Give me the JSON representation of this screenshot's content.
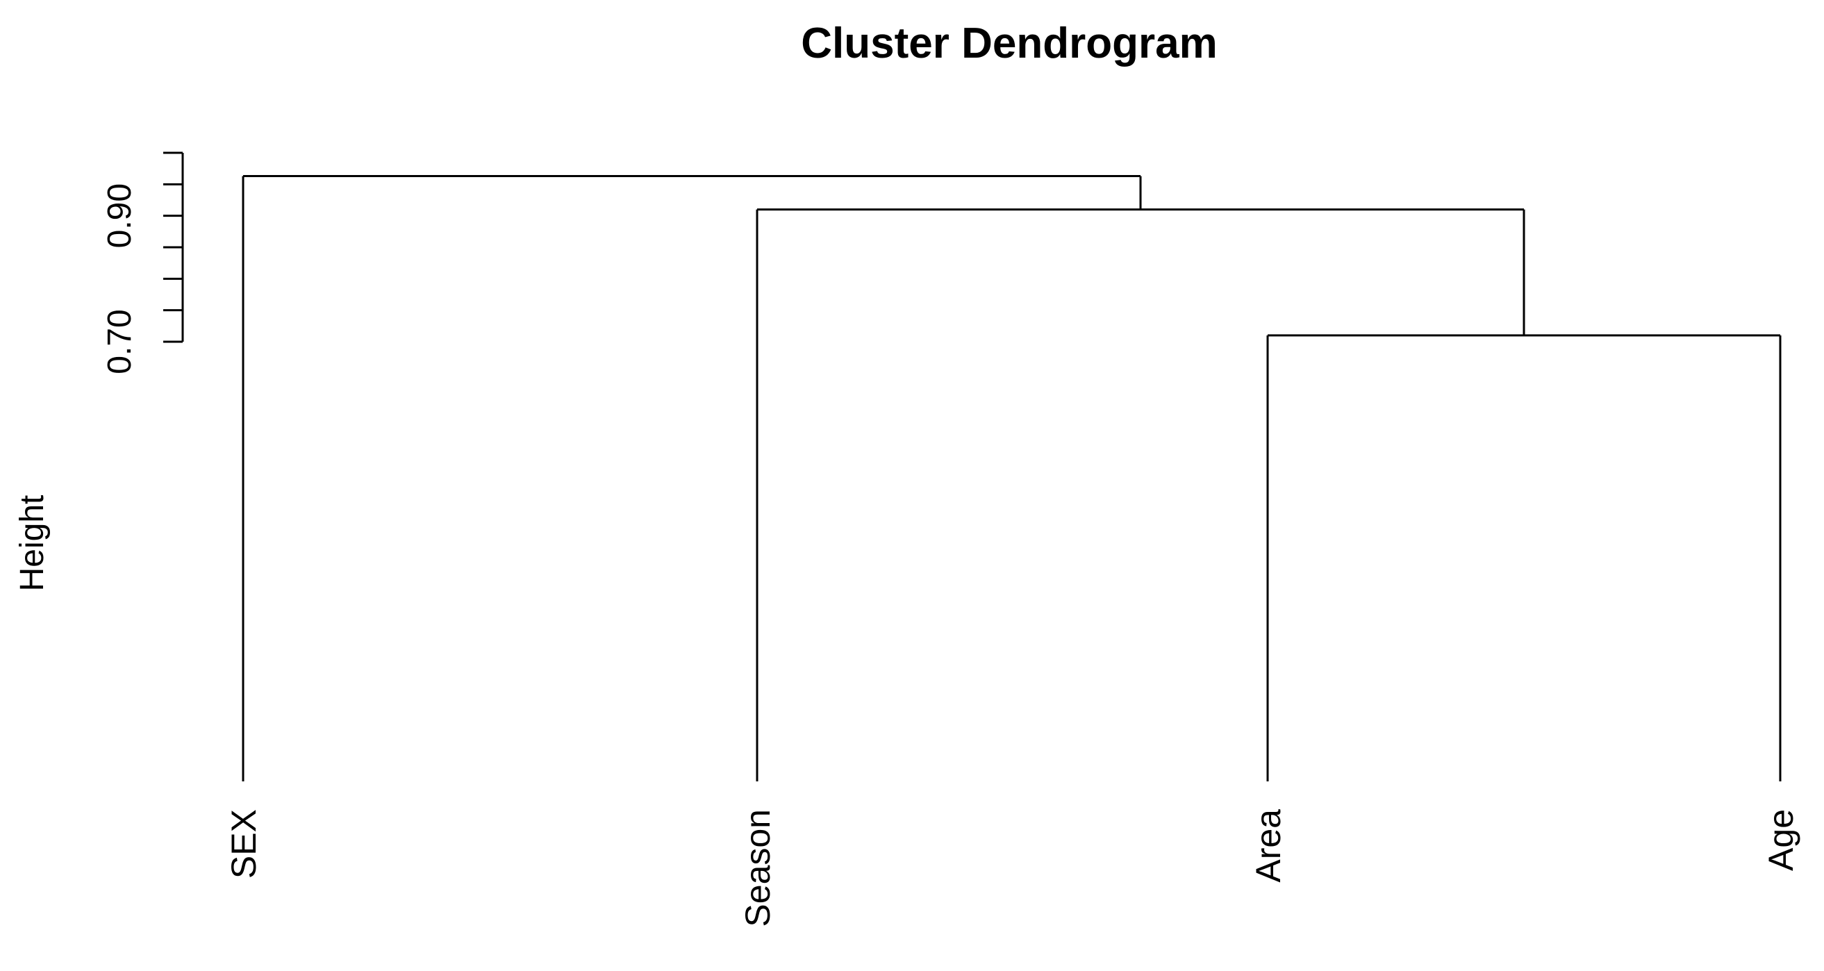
{
  "chart_data": {
    "type": "dendrogram",
    "title": "Cluster Dendrogram",
    "ylabel": "Height",
    "xlabel": "",
    "leaves": [
      "SEX",
      "Season",
      "Area",
      "Age"
    ],
    "merges": [
      {
        "left": "Area",
        "right": "Age",
        "height": 0.71
      },
      {
        "left": "Season",
        "right": "Area+Age",
        "height": 0.91
      },
      {
        "left": "SEX",
        "right": "Season+Area+Age",
        "height": 0.963
      }
    ],
    "leaf_height": 0.0,
    "y_axis": {
      "ticks": [
        0.7,
        0.75,
        0.8,
        0.85,
        0.9,
        0.95,
        1.0
      ],
      "tick_labels": [
        {
          "value": 0.7,
          "label": "0.70"
        },
        {
          "value": 0.9,
          "label": "0.90"
        }
      ],
      "range": [
        0.7,
        1.0
      ]
    },
    "grid": false,
    "legend": "none"
  }
}
